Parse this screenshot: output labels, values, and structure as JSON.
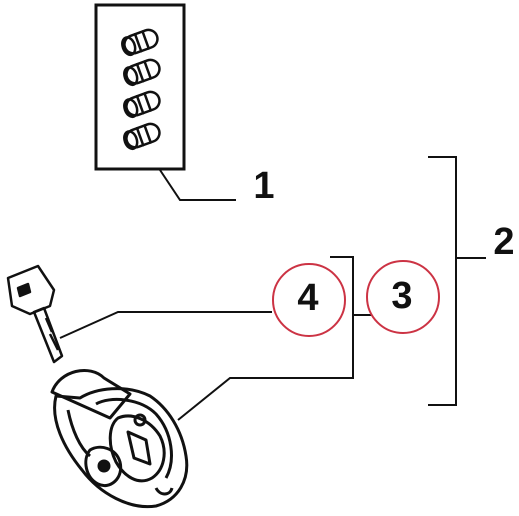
{
  "callouts": {
    "one": "1",
    "two": "2",
    "three": "3",
    "four": "4"
  },
  "highlight_color": "#cc3344",
  "ink_color": "#111111"
}
